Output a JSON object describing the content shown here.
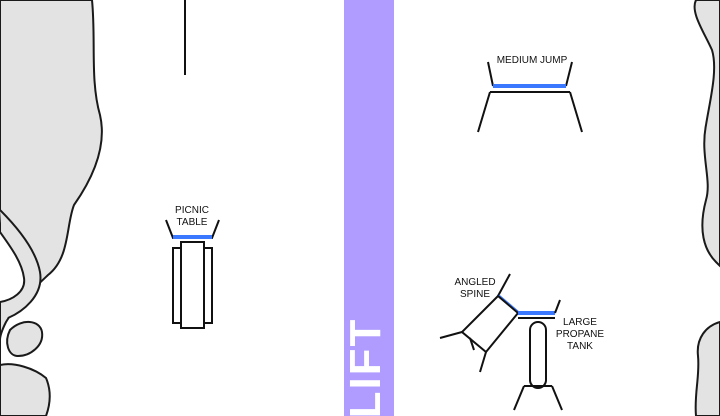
{
  "colors": {
    "terrain": "#e3e3e3",
    "terrain_outline": "#1a1a1a",
    "lift_band": "#b09cff",
    "feature_top": "#3a78ff",
    "ink": "#111111"
  },
  "lift": {
    "label": "LIFT"
  },
  "features": {
    "medium_jump": {
      "label": "MEDIUM JUMP"
    },
    "picnic_table": {
      "label": "PICNIC\nTABLE"
    },
    "angled_spine": {
      "label": "ANGLED\nSPINE"
    },
    "large_propane_tank": {
      "label": "LARGE\nPROPANE\nTANK"
    }
  }
}
